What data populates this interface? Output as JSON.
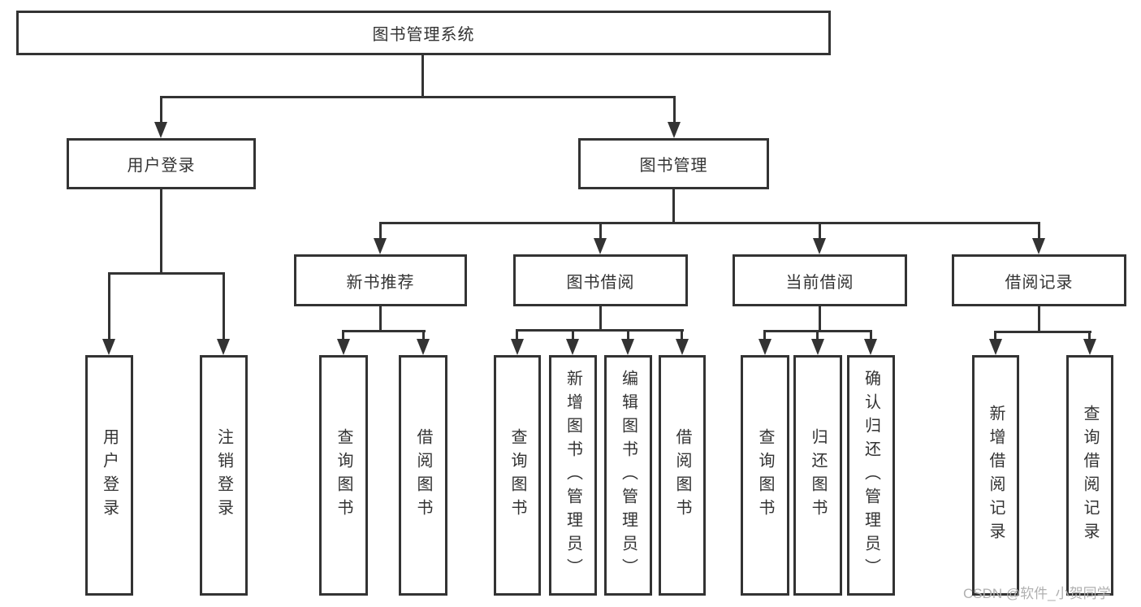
{
  "diagram": {
    "title_node": {
      "label": "图书管理系统"
    },
    "level2": {
      "user_login": {
        "label": "用户登录"
      },
      "book_management": {
        "label": "图书管理"
      }
    },
    "level3": {
      "new_book_recommend": {
        "label": "新书推荐"
      },
      "book_borrow": {
        "label": "图书借阅"
      },
      "current_borrow": {
        "label": "当前借阅"
      },
      "borrow_record": {
        "label": "借阅记录"
      }
    },
    "leaves": {
      "user_login": [
        "用户登录",
        "注销登录"
      ],
      "new_book_recommend": [
        "查询图书",
        "借阅图书"
      ],
      "book_borrow": [
        "查询图书",
        "新增图书（管理员）",
        "编辑图书（管理员）",
        "借阅图书"
      ],
      "current_borrow": [
        "查询图书",
        "归还图书",
        "确认归还（管理员）"
      ],
      "borrow_record": [
        "新增借阅记录",
        "查询借阅记录"
      ]
    },
    "colors": {
      "line": "#333333",
      "box_border": "#333333",
      "box_fill": "#ffffff",
      "text": "#333333",
      "watermark": "#b0b0b0"
    },
    "watermark": "CSDN @软件_小贺同学"
  }
}
